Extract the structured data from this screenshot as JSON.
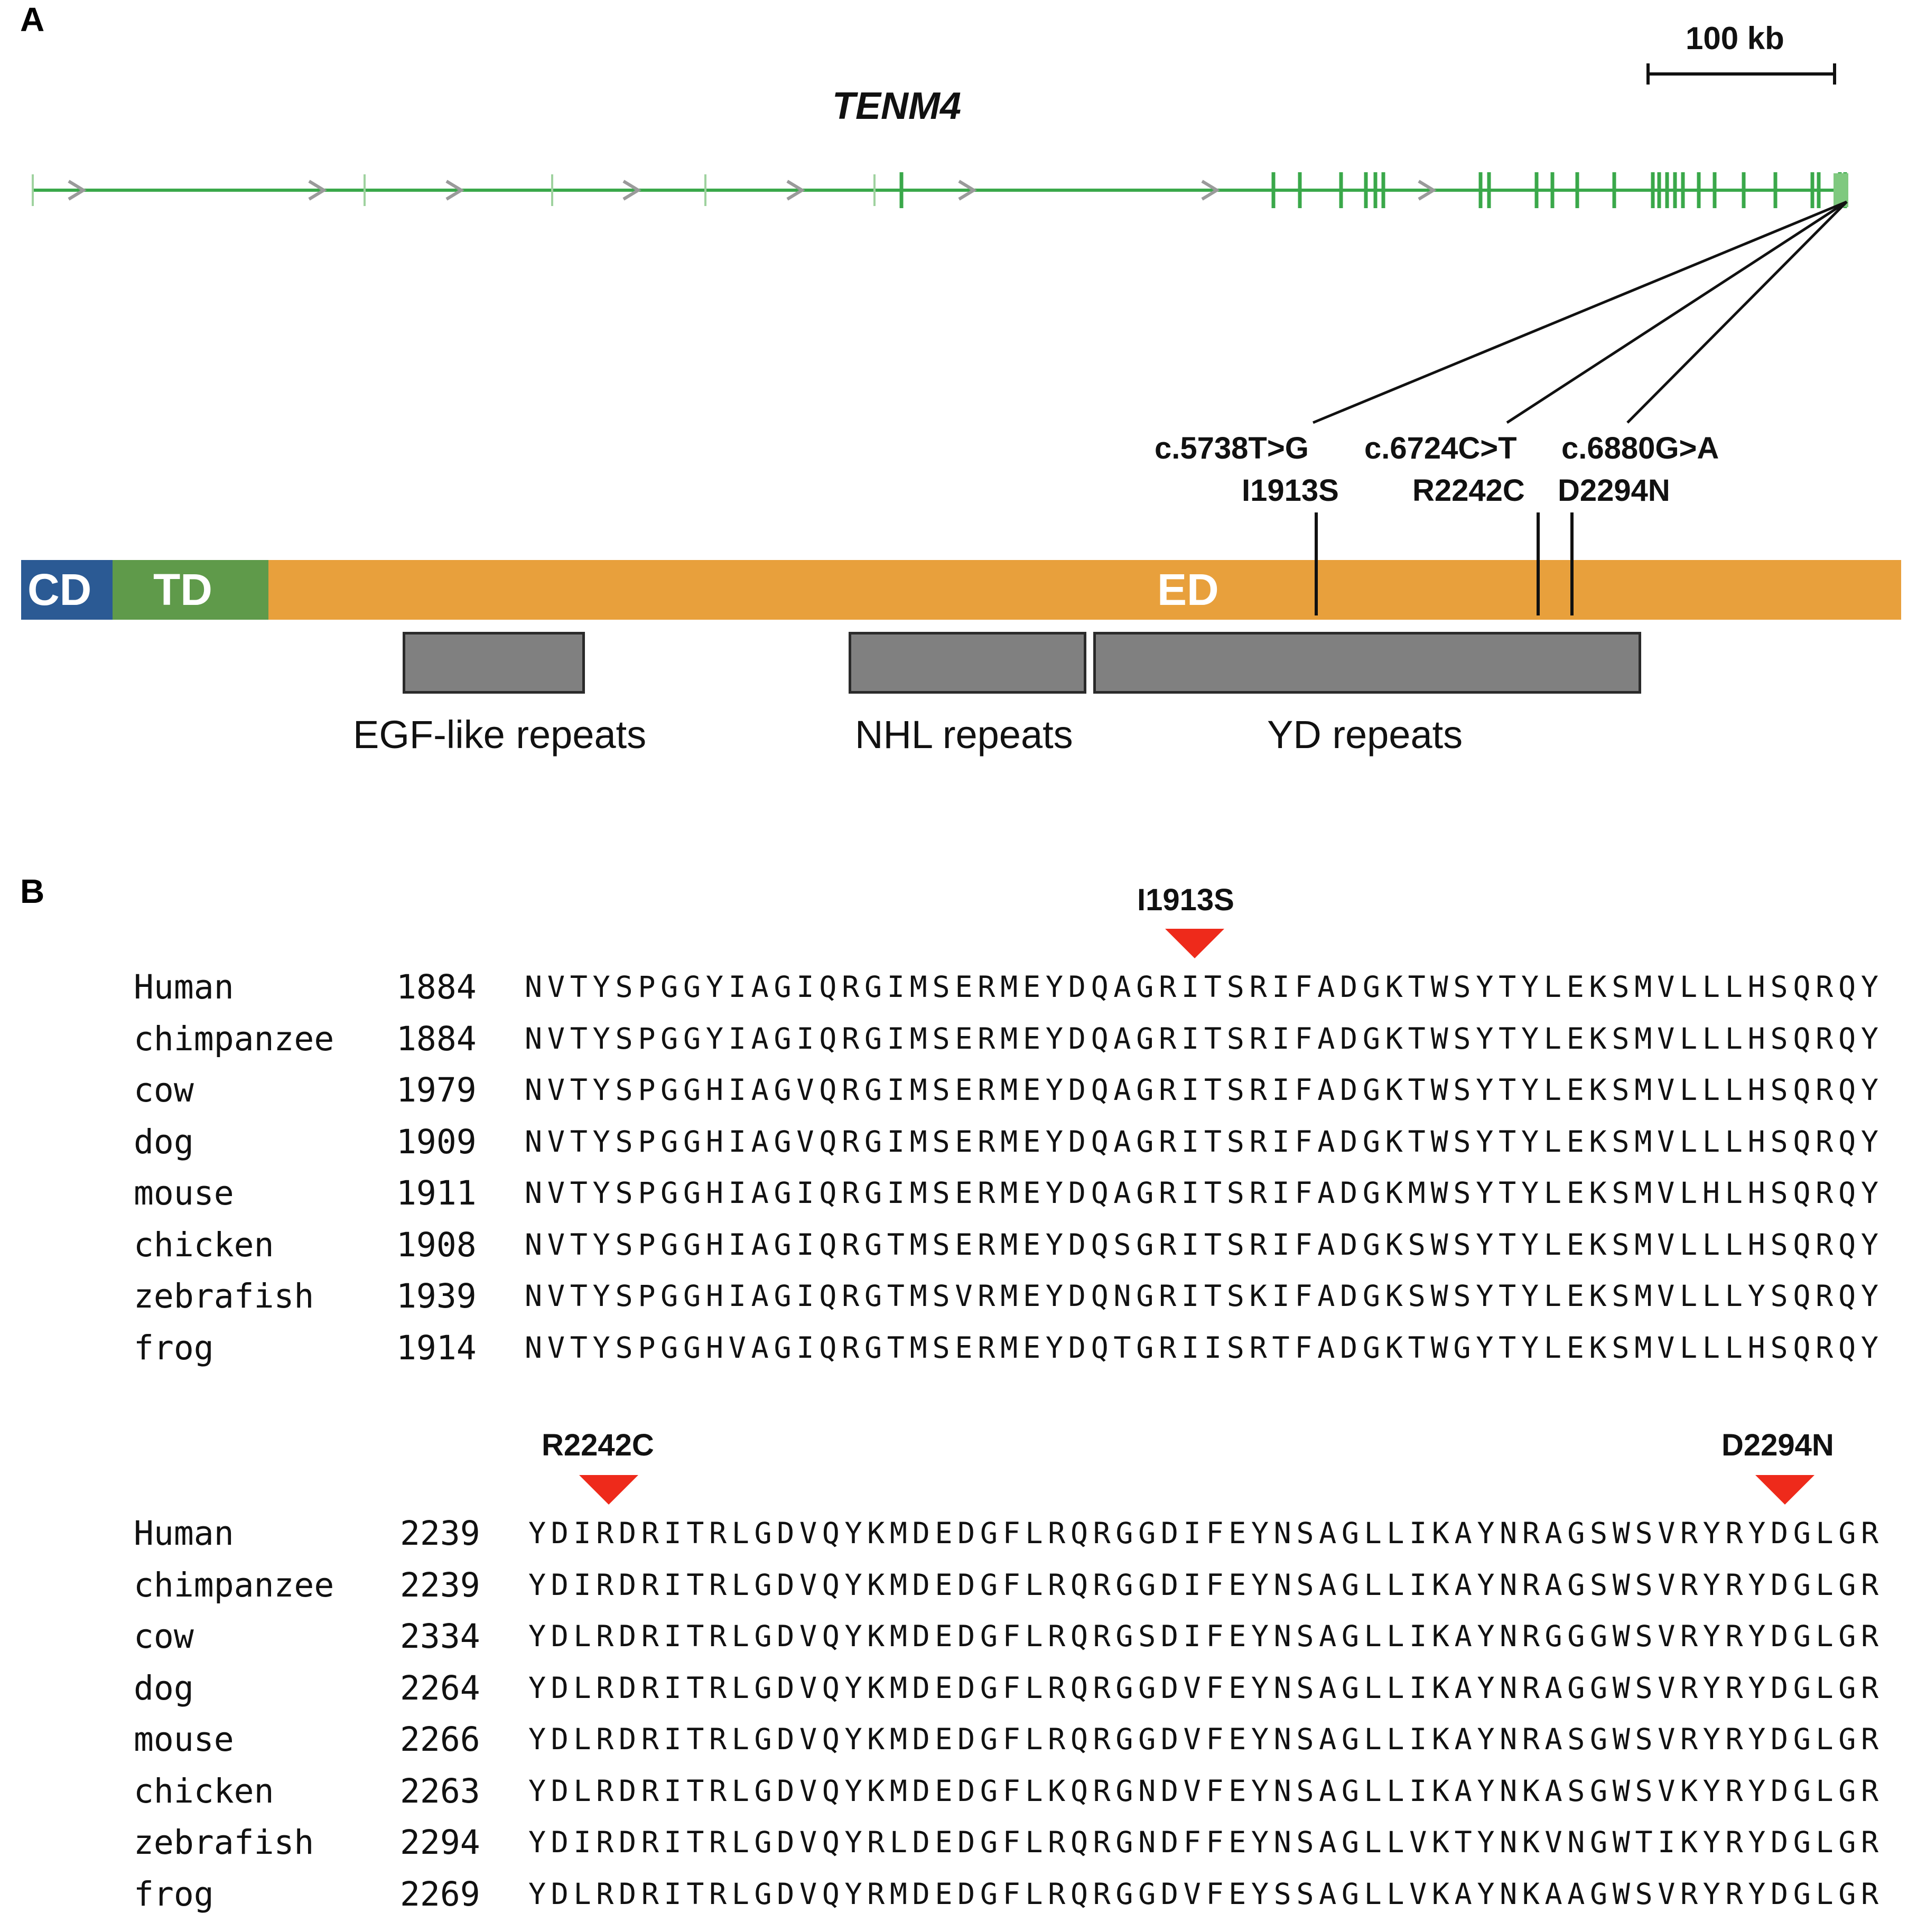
{
  "panel_a": {
    "label": "A",
    "gene": "TENM4",
    "scale_bar": "100 kb",
    "variants": [
      {
        "cdna": "c.5738T>G",
        "protein": "I1913S"
      },
      {
        "cdna": "c.6724C>T",
        "protein": "R2242C"
      },
      {
        "cdna": "c.6880G>A",
        "protein": "D2294N"
      }
    ],
    "domains": [
      "CD",
      "TD",
      "ED"
    ],
    "repeats": [
      "EGF-like repeats",
      "NHL repeats",
      "YD repeats"
    ],
    "colors": {
      "cd": "#2b5a94",
      "td": "#5f9a4a",
      "ed": "#e8a03c",
      "gene_track": "#3aa84a",
      "repeat_box": "#808080",
      "mutation_marker": "#ee2a1b"
    }
  },
  "panel_b": {
    "label": "B",
    "blocks": [
      {
        "mutations": [
          "I1913S"
        ],
        "rows": [
          {
            "species": "Human",
            "start": "1884",
            "seq": "NVTYSPGGYIAGIQRGIMSERMEYDQAGRITSRIFADGKTWSYTYLEKSMVLLLHSQRQY"
          },
          {
            "species": "chimpanzee",
            "start": "1884",
            "seq": "NVTYSPGGYIAGIQRGIMSERMEYDQAGRITSRIFADGKTWSYTYLEKSMVLLLHSQRQY"
          },
          {
            "species": "cow",
            "start": "1979",
            "seq": "NVTYSPGGHIAGVQRGIMSERMEYDQAGRITSRIFADGKTWSYTYLEKSMVLLLHSQRQY"
          },
          {
            "species": "dog",
            "start": "1909",
            "seq": "NVTYSPGGHIAGVQRGIMSERMEYDQAGRITSRIFADGKTWSYTYLEKSMVLLLHSQRQY"
          },
          {
            "species": "mouse",
            "start": "1911",
            "seq": "NVTYSPGGHIAGIQRGIMSERMEYDQAGRITSRIFADGKMWSYTYLEKSMVLHLHSQRQY"
          },
          {
            "species": "chicken",
            "start": "1908",
            "seq": "NVTYSPGGHIAGIQRGTMSERMEYDQSGRITSRIFADGKSWSYTYLEKSMVLLLHSQRQY"
          },
          {
            "species": "zebrafish",
            "start": "1939",
            "seq": "NVTYSPGGHIAGIQRGTMSVRMEYDQNGRITSKIFADGKSWSYTYLEKSMVLLLYSQRQY"
          },
          {
            "species": "frog",
            "start": "1914",
            "seq": "NVTYSPGGHVAGIQRGTMSERMEYDQTGRIISRTFADGKTWGYTYLEKSMVLLLHSQRQY"
          }
        ]
      },
      {
        "mutations": [
          "R2242C",
          "D2294N"
        ],
        "rows": [
          {
            "species": "Human",
            "start": "2239",
            "seq": "YDIRDRITRLGDVQYKMDEDGFLRQRGGDIFEYNSAGLLIKAYNRAGSWSVRYRYDGLGR"
          },
          {
            "species": "chimpanzee",
            "start": "2239",
            "seq": "YDIRDRITRLGDVQYKMDEDGFLRQRGGDIFEYNSAGLLIKAYNRAGSWSVRYRYDGLGR"
          },
          {
            "species": "cow",
            "start": "2334",
            "seq": "YDLRDRITRLGDVQYKMDEDGFLRQRGSDIFEYNSAGLLIKAYNRGGGWSVRYRYDGLGR"
          },
          {
            "species": "dog",
            "start": "2264",
            "seq": "YDLRDRITRLGDVQYKMDEDGFLRQRGGDVFEYNSAGLLIKAYNRAGGWSVRYRYDGLGR"
          },
          {
            "species": "mouse",
            "start": "2266",
            "seq": "YDLRDRITRLGDVQYKMDEDGFLRQRGGDVFEYNSAGLLIKAYNRASGWSVRYRYDGLGR"
          },
          {
            "species": "chicken",
            "start": "2263",
            "seq": "YDLRDRITRLGDVQYKMDEDGFLKQRGNDVFEYNSAGLLIKAYNKASGWSVKYRYDGLGR"
          },
          {
            "species": "zebrafish",
            "start": "2294",
            "seq": "YDIRDRITRLGDVQYRLDEDGFLRQRGNDFFEYNSAGLLVKTYNKVNGWTIKYRYDGLGR"
          },
          {
            "species": "frog",
            "start": "2269",
            "seq": "YDLRDRITRLGDVQYRMDEDGFLRQRGGDVFEYSSAGLLVKAYNKAAGWSVRYRYDGLGR"
          }
        ]
      }
    ]
  }
}
